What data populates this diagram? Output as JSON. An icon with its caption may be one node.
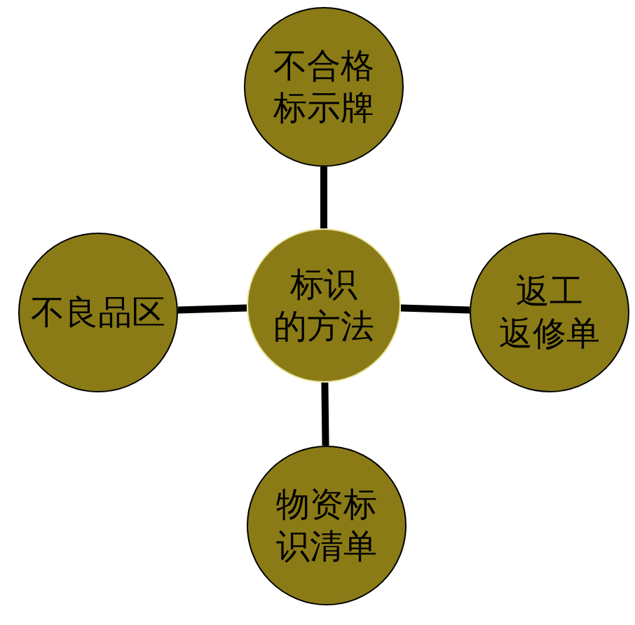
{
  "diagram": {
    "nodes": [
      {
        "text": [
          "标识的方法"
        ]
      },
      {
        "text": [
          "不合格标示牌"
        ]
      },
      {
        "text": [
          "返工返修单"
        ]
      },
      {
        "text": [
          "物资标识清单"
        ]
      },
      {
        "text": [
          "不良品区"
        ]
      }
    ],
    "edges": [
      {
        "from": 0,
        "to": 1,
        "arrow": "none"
      },
      {
        "from": 0,
        "to": 2,
        "arrow": "none"
      },
      {
        "from": 0,
        "to": 3,
        "arrow": "none"
      },
      {
        "from": 0,
        "to": 4,
        "arrow": "none"
      }
    ]
  }
}
